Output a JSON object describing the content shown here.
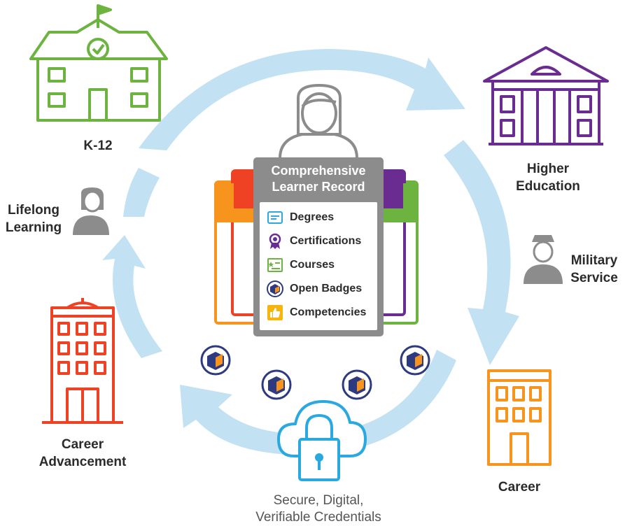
{
  "card": {
    "title_line1": "Comprehensive",
    "title_line2": "Learner Record",
    "items": [
      {
        "label": "Degrees",
        "icon": "degree-icon"
      },
      {
        "label": "Certifications",
        "icon": "certification-ribbon-icon"
      },
      {
        "label": "Courses",
        "icon": "course-certificate-icon"
      },
      {
        "label": "Open Badges",
        "icon": "open-badge-icon"
      },
      {
        "label": "Competencies",
        "icon": "thumbs-up-icon"
      }
    ]
  },
  "stages": {
    "k12": "K-12",
    "higher_education": {
      "line1": "Higher",
      "line2": "Education"
    },
    "military_service": {
      "line1": "Military",
      "line2": "Service"
    },
    "career": "Career",
    "career_advancement": {
      "line1": "Career",
      "line2": "Advancement"
    },
    "lifelong_learning": {
      "line1": "Lifelong",
      "line2": "Learning"
    }
  },
  "credentials_caption": {
    "line1": "Secure, Digital,",
    "line2": "Verifiable Credentials"
  },
  "colors": {
    "arrow": "#c2e2f4",
    "k12": "#6cb33f",
    "higher_education": "#6a2c91",
    "career": "#f7941d",
    "career_advancement": "#ef4123",
    "person_gray": "#8c8c8c",
    "cloud_blue": "#29a9e0",
    "badge_navy": "#2e3a80",
    "badge_orange": "#f7941d"
  }
}
